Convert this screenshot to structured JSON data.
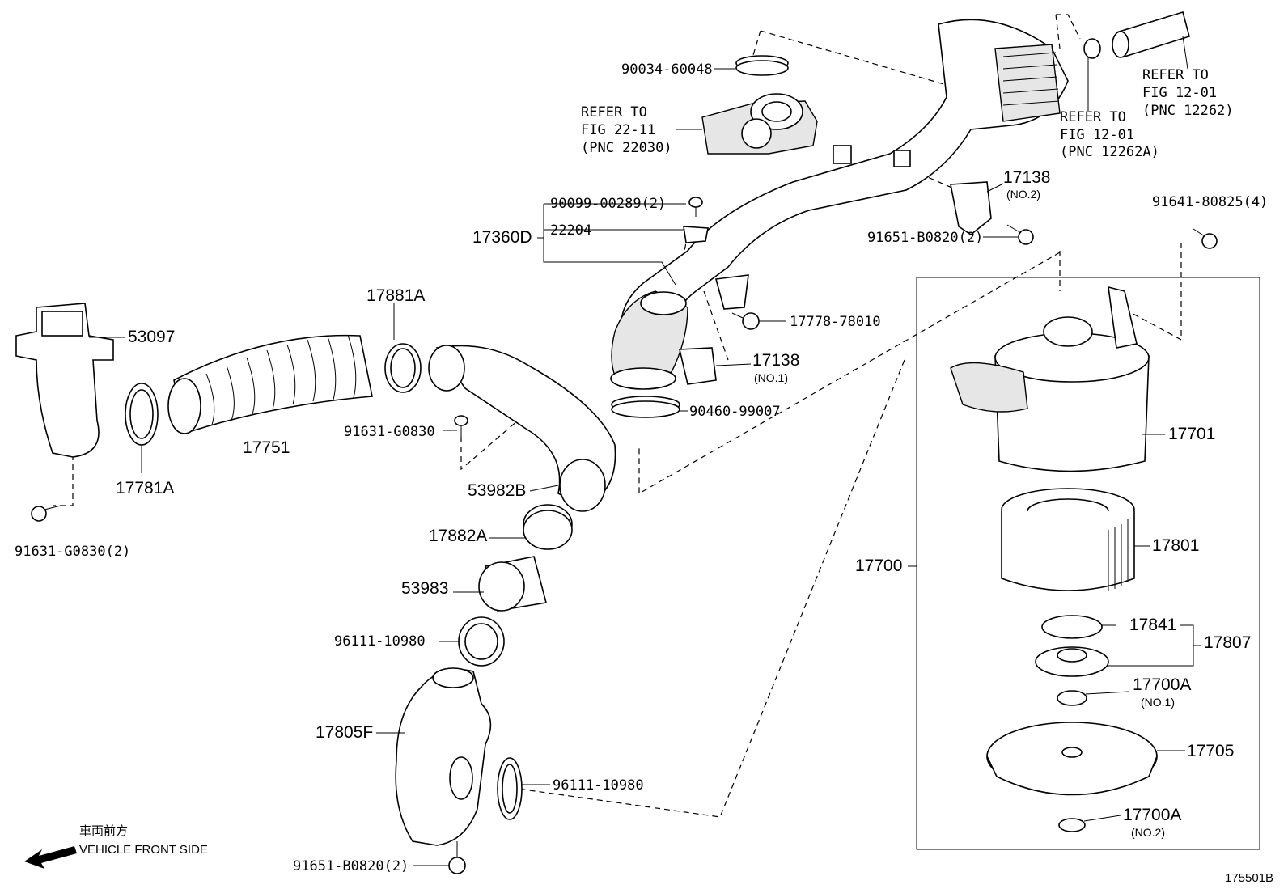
{
  "diagram": {
    "figure_id": "175501B",
    "direction": {
      "jp": "車両前方",
      "en": "VEHICLE FRONT SIDE"
    },
    "refs": {
      "throttle": [
        "REFER TO",
        "FIG 22-11",
        "(PNC 22030)"
      ],
      "hose_a": [
        "REFER TO",
        "FIG 12-01",
        "(PNC 12262A)"
      ],
      "hose": [
        "REFER TO",
        "FIG 12-01",
        "(PNC 12262)"
      ]
    },
    "labels": {
      "p90034": "90034-60048",
      "p17138_2": "17138",
      "p17138_2_note": "(NO.2)",
      "p91651_top": "91651-B0820(2)",
      "p91641": "91641-80825(4)",
      "p90099": "90099-00289(2)",
      "p17360D": "17360D",
      "p22204": "22204",
      "p17881A": "17881A",
      "p53097": "53097",
      "p17778": "17778-78010",
      "p17138_1": "17138",
      "p17138_1_note": "(NO.1)",
      "p90460": "90460-99007",
      "p91631_mid": "91631-G0830",
      "p17751": "17751",
      "p17781A": "17781A",
      "p17701": "17701",
      "p53982B": "53982B",
      "p91631_left": "91631-G0830(2)",
      "p17882A": "17882A",
      "p17700": "17700",
      "p17801": "17801",
      "p53983": "53983",
      "p17841": "17841",
      "p17807": "17807",
      "p96111_a": "96111-10980",
      "p17700A_1": "17700A",
      "p17700A_1_note": "(NO.1)",
      "p17805F": "17805F",
      "p17705": "17705",
      "p96111_b": "96111-10980",
      "p17700A_2": "17700A",
      "p17700A_2_note": "(NO.2)",
      "p91651_bot": "91651-B0820(2)"
    }
  }
}
